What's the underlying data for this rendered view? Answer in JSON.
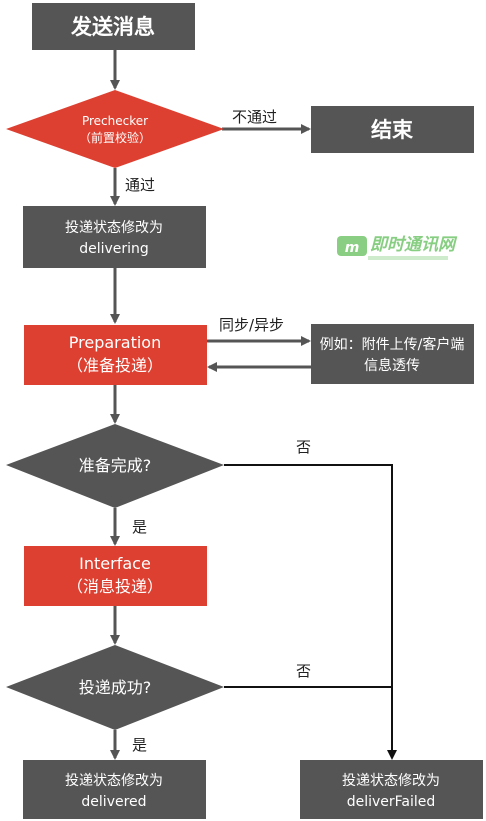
{
  "nodes": {
    "send_message": {
      "label": "发送消息"
    },
    "prechecker": {
      "line1": "Prechecker",
      "line2": "（前置校验）"
    },
    "end": {
      "label": "结束"
    },
    "status_delivering": {
      "line1": "投递状态修改为",
      "line2": "delivering"
    },
    "preparation": {
      "line1": "Preparation",
      "line2": "（准备投递）"
    },
    "example_box": {
      "line1": "例如：附件上传/客户端",
      "line2": "信息透传"
    },
    "prep_done": {
      "label": "准备完成?"
    },
    "interface": {
      "line1": "Interface",
      "line2": "（消息投递）"
    },
    "deliver_success": {
      "label": "投递成功?"
    },
    "status_delivered": {
      "line1": "投递状态修改为",
      "line2": "delivered"
    },
    "status_failed": {
      "line1": "投递状态修改为",
      "line2": "deliverFailed"
    }
  },
  "edges": {
    "fail_label": "不通过",
    "pass_label": "通过",
    "sync_async_label": "同步/异步",
    "no_label_1": "否",
    "yes_label_1": "是",
    "no_label_2": "否",
    "yes_label_2": "是"
  },
  "watermark": {
    "logo_text": "即时通讯网",
    "logo_letter": "m"
  },
  "colors": {
    "dark_box": "#555555",
    "red_box": "#dd4031",
    "arrow": "#555555",
    "watermark": "#74c66d"
  }
}
